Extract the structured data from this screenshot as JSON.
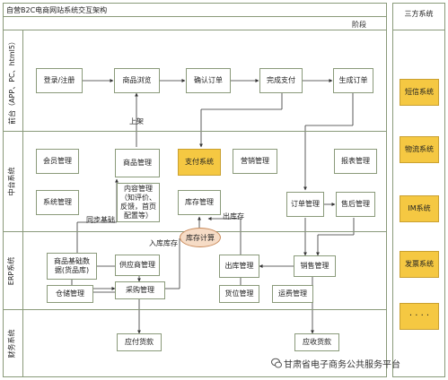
{
  "diagram": {
    "title": "自营B2C电商网站系统交互架构",
    "phase_label": "阶段",
    "third_party_title": "三方系统",
    "lanes": [
      "前台（APP、PC、html5）",
      "中台系统",
      "ERP系统",
      "财务系统"
    ],
    "front": {
      "login": "登录/注册",
      "browse": "商品浏览",
      "confirm": "确认订单",
      "pay": "完成支付",
      "create_order": "生成订单"
    },
    "middle": {
      "member": "会员管理",
      "goods": "商品管理",
      "payment": "支付系统",
      "marketing": "营销管理",
      "report": "报表管理",
      "system": "系统管理",
      "content": "内容管理\n（知评价、\n反馈，首页\n配置等）",
      "inventory": "库存管理",
      "order": "订单管理",
      "aftersale": "售后管理"
    },
    "erp": {
      "base_data": "商品基础数\n据(货品库)",
      "supplier": "供应商管理",
      "outbound": "出库管理",
      "sales": "销售管理",
      "warehouse": "仓储管理",
      "purchase": "采购管理",
      "location": "货位管理",
      "shipping": "运费管理",
      "stock_calc": "库存计算"
    },
    "finance": {
      "payable": "应付货款",
      "receivable": "应收货款"
    },
    "edge_labels": {
      "listing": "上架",
      "sync_base": "同步基础",
      "out_stock": "出库存",
      "in_stock": "入库库存"
    },
    "third_party": [
      "短信系统",
      "物流系统",
      "IM系统",
      "发票系统",
      "· · · ·"
    ]
  },
  "watermark": "甘肃省电子商务公共服务平台",
  "colors": {
    "highlight": "#f5c842",
    "calc_fill": "#f6dcc6",
    "line": "#8a9a7a",
    "arrow": "#333333"
  }
}
